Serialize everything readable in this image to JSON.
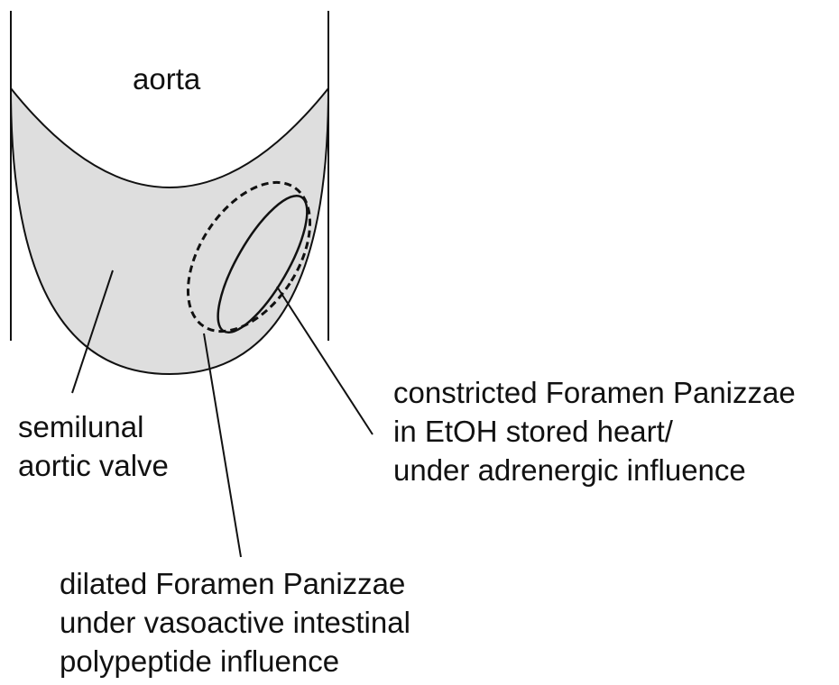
{
  "diagram": {
    "aorta_label": "aorta",
    "valve_label": {
      "line1": "semilunal",
      "line2": "aortic valve"
    },
    "constricted_label": {
      "line1": "constricted Foramen Panizzae",
      "line2": "in EtOH stored heart/",
      "line3": "under adrenergic influence"
    },
    "dilated_label": {
      "line1": "dilated Foramen Panizzae",
      "line2": "under vasoactive intestinal",
      "line3": "polypeptide influence"
    },
    "colors": {
      "stroke": "#111111",
      "valve_fill": "#dedede",
      "background": "#ffffff"
    }
  }
}
